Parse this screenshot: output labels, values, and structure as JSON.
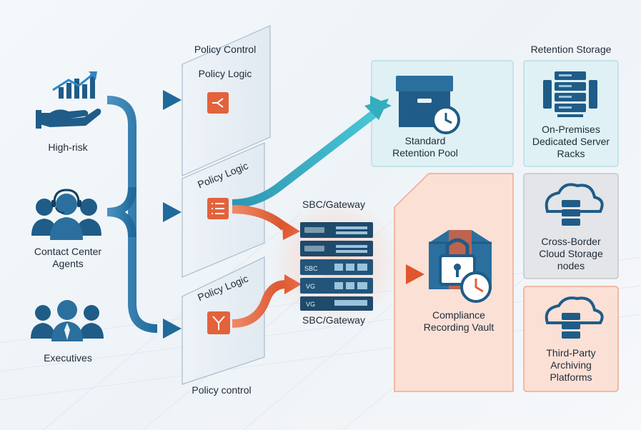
{
  "sources": {
    "high_risk": "High-risk",
    "contact_center": "Contact Center\nAgents",
    "executives": "Executives"
  },
  "policy": {
    "control_title_top": "Policy Control",
    "logic_1": "Policy Logic",
    "logic_2": "Policy Logic",
    "logic_3": "Policy Logic",
    "control_title_bottom": "Policy control"
  },
  "gateways": {
    "top_label": "SBC/Gateway",
    "bottom_label": "SBC/Gateway",
    "unit_labels": [
      "SBC",
      "VG",
      "VG"
    ]
  },
  "destinations": {
    "standard_pool": "Standard\nRetention Pool",
    "compliance_vault": "Compliance\nRecording Vault"
  },
  "storage": {
    "title": "Retention Storage",
    "on_prem": "On-Premises\nDedicated Server\nRacks",
    "cross_border": "Cross-Border\nCloud Storage\nnodes",
    "third_party": "Third-Party\nArchiving\nPlatforms"
  },
  "colors": {
    "blue_dark": "#1d5f8a",
    "blue_flow": "#2f7fb0",
    "teal_flow": "#2aa7bd",
    "orange": "#e2623c",
    "teal_panel": "#dff1f4",
    "salmon_panel": "#fbe0d6",
    "gray_panel": "#e3e5e8"
  },
  "icons": [
    "chart-hand-icon",
    "headset-group-icon",
    "executives-icon",
    "router-icon",
    "list-icon",
    "branch-icon",
    "archive-box-clock-icon",
    "vault-lock-clock-icon",
    "server-rack-icon",
    "cloud-server-icon"
  ]
}
